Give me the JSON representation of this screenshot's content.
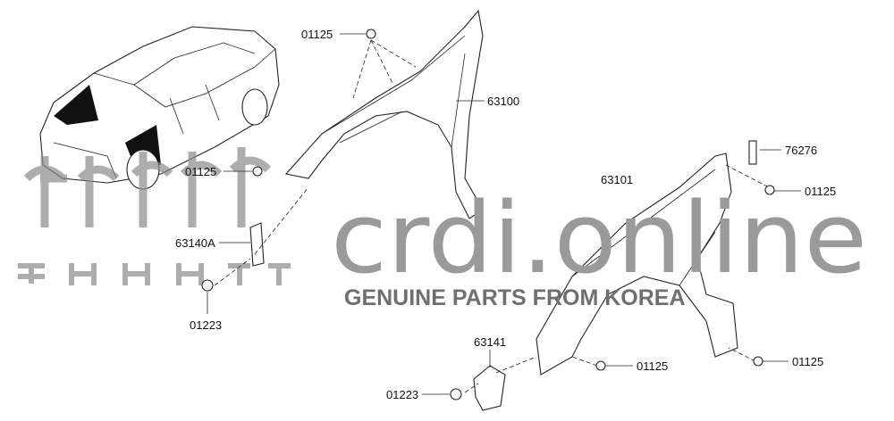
{
  "diagram": {
    "labels": {
      "bolt_top": "01125",
      "fender_upper": "63100",
      "bolt_left": "01125",
      "bracket_left": "63140A",
      "nut_left": "01223",
      "strip": "76276",
      "fender_lower": "63101",
      "bolt_right": "01125",
      "bracket_lower": "63141",
      "bolt_bottom_mid": "01125",
      "bolt_bottom_right": "01125",
      "nut_bottom": "01223"
    },
    "watermark": {
      "brand": "crdi.online",
      "tagline": "GENUINE PARTS FROM KOREA"
    }
  }
}
